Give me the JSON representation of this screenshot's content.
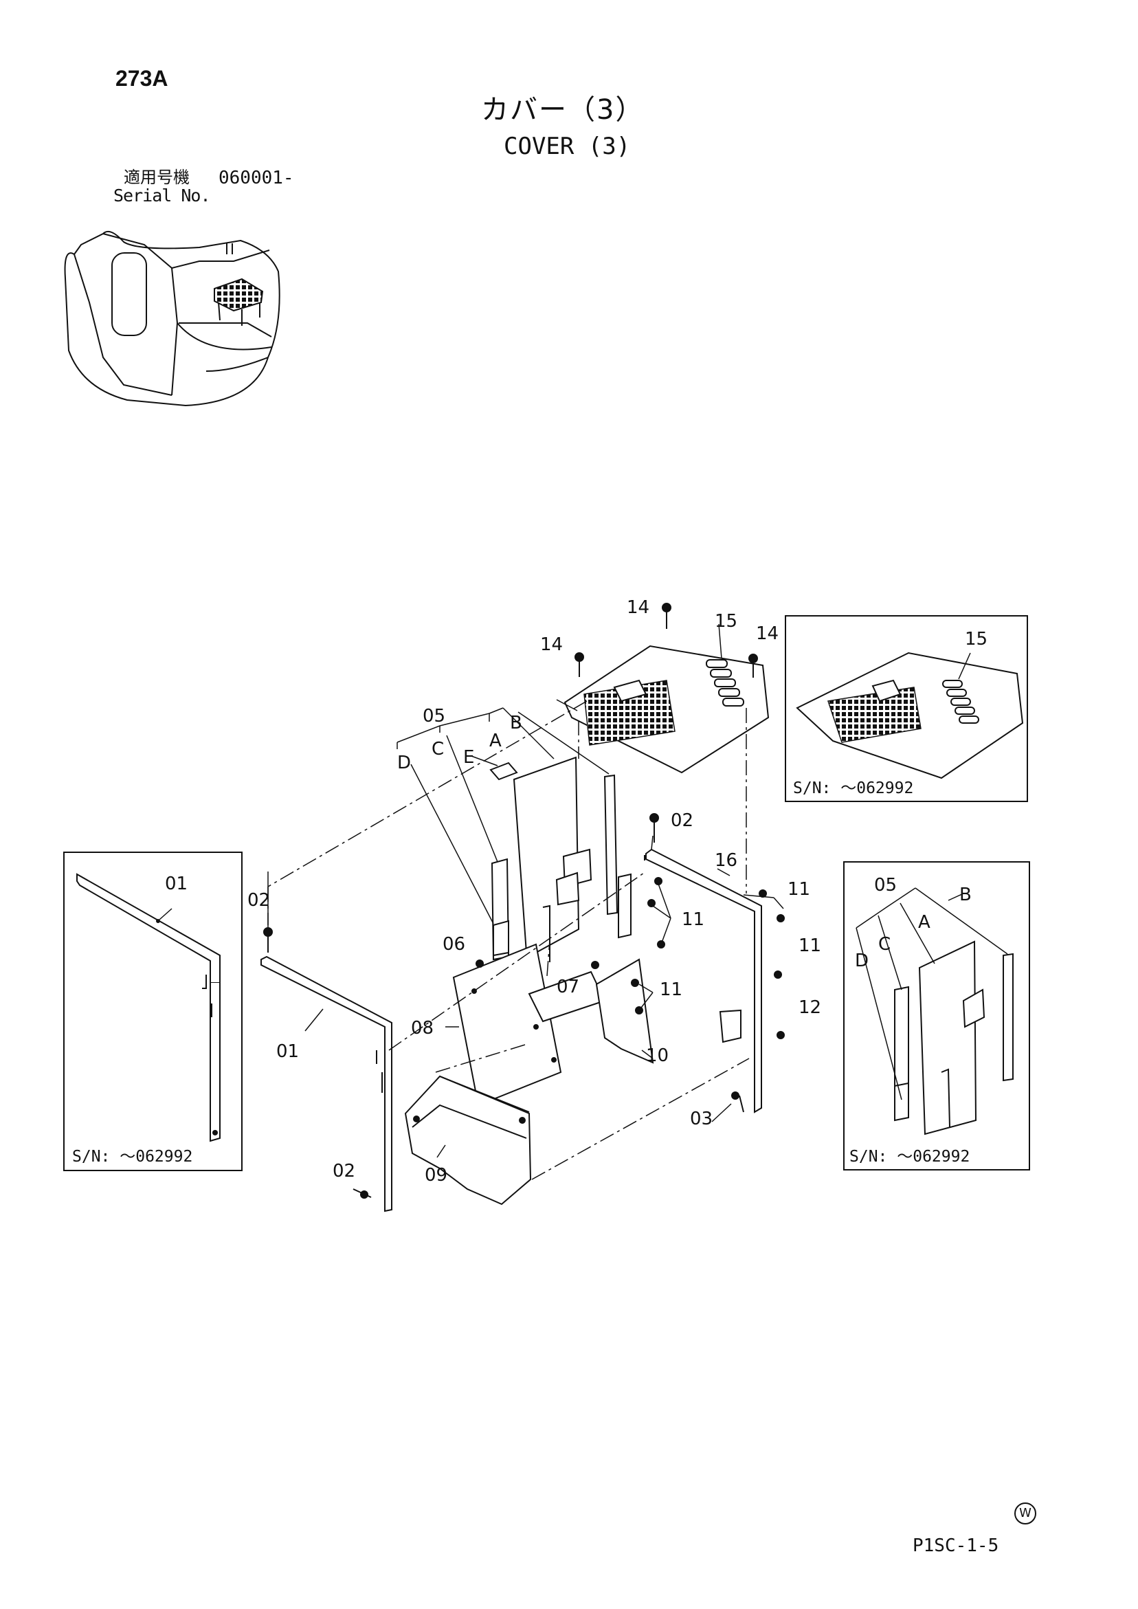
{
  "page_id": "273A",
  "title_jp": "カバー（3）",
  "title_en": "COVER (3)",
  "serial": {
    "label_jp": "適用号機",
    "value": "060001-",
    "label_en": "Serial No."
  },
  "inset_sn_label": "S/N: ～062992",
  "callouts": {
    "c01": "01",
    "c02": "02",
    "c03": "03",
    "c05": "05",
    "c06": "06",
    "c07": "07",
    "c08": "08",
    "c09": "09",
    "c10": "10",
    "c11": "11",
    "c12": "12",
    "c14": "14",
    "c15": "15",
    "c16": "16",
    "A": "A",
    "B": "B",
    "C": "C",
    "D": "D",
    "E": "E"
  },
  "footer_code": "P1SC-1-5",
  "footer_mark": "W"
}
